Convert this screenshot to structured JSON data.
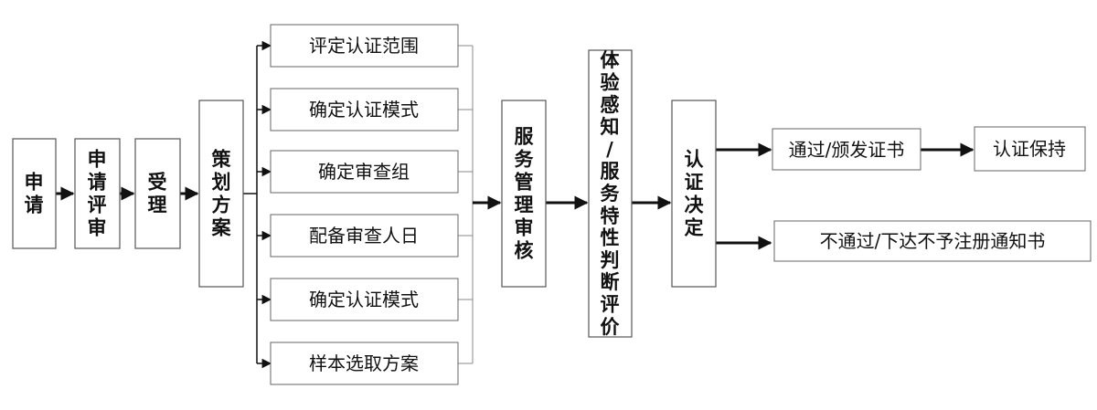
{
  "flow": {
    "apply": "申请",
    "apply_review": "申请评审",
    "accept": "受理",
    "plan": "策划方案",
    "plan_items": [
      "评定认证范围",
      "确定认证模式",
      "确定审查组",
      "配备审查人日",
      "确定认证模式",
      "样本选取方案"
    ],
    "service_audit": "服务管理审核",
    "experience_eval": "体验感知/服务特性判断评价",
    "decision": "认证决定",
    "pass": "通过/颁发证书",
    "maintain": "认证保持",
    "fail": "不通过/下达不予注册通知书"
  },
  "colors": {
    "stroke": "#444444",
    "arrow": "#111111",
    "text": "#111111"
  }
}
